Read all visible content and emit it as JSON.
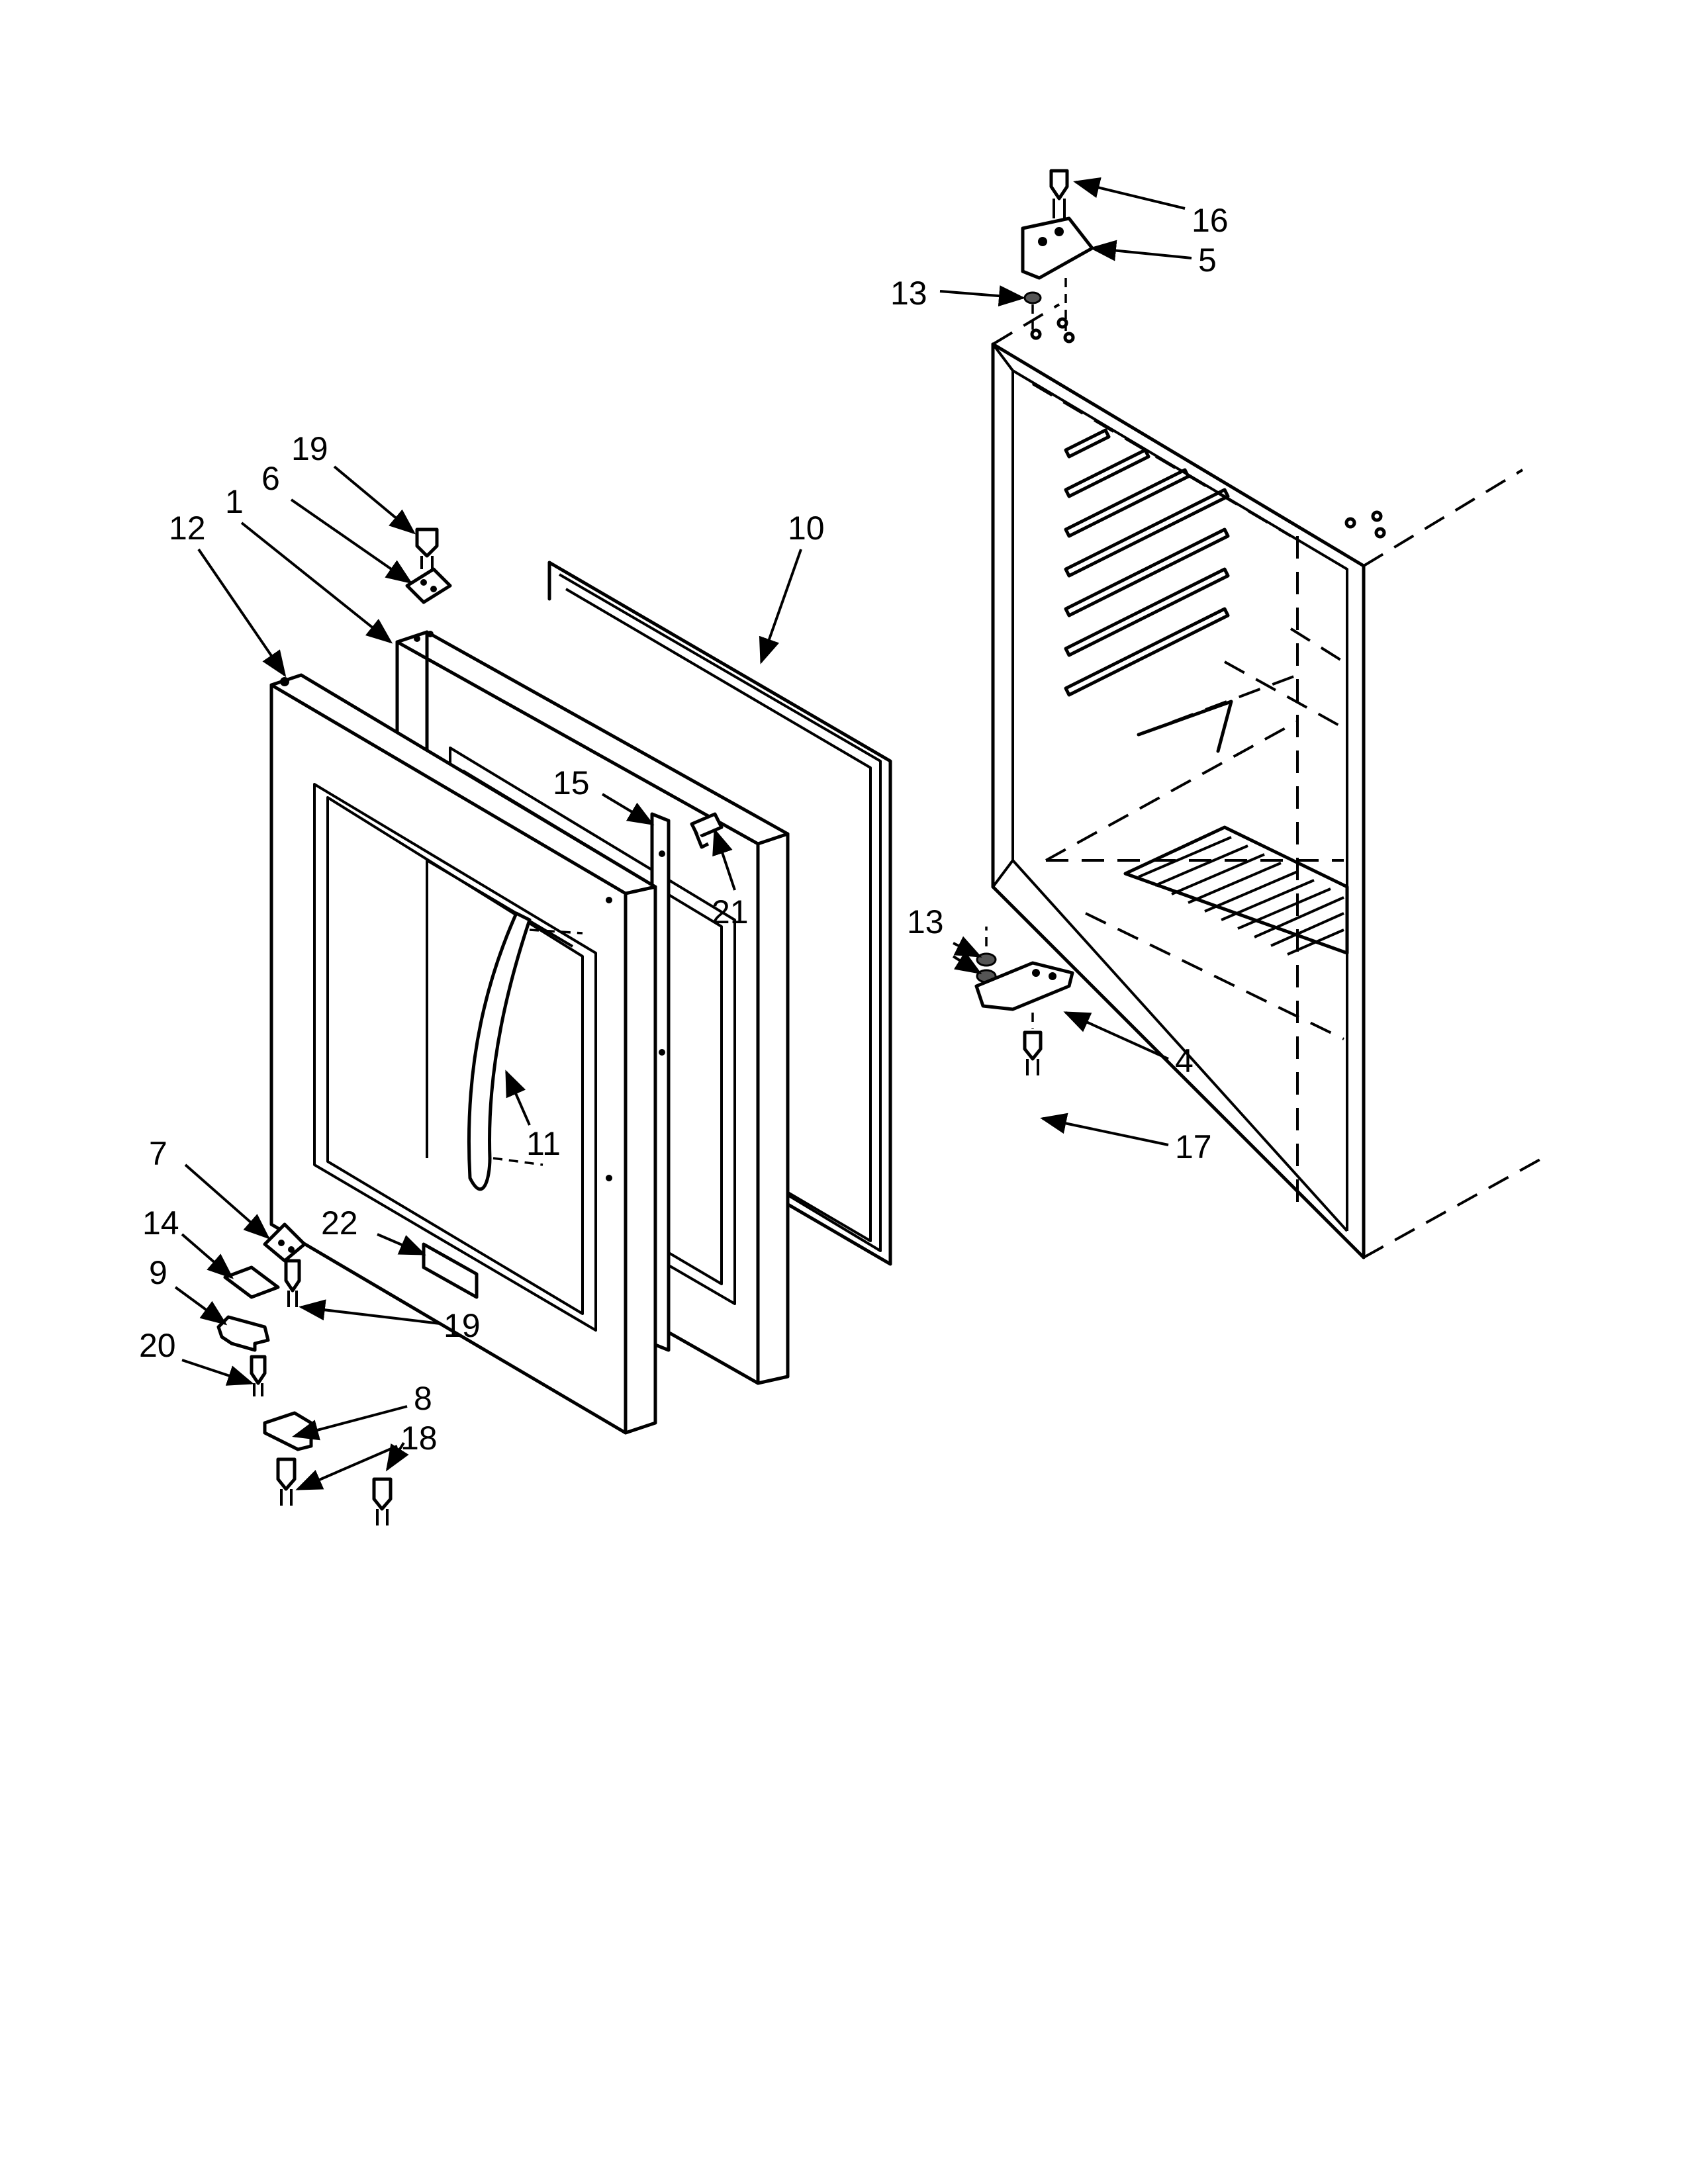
{
  "diagram": {
    "callouts": [
      {
        "id": "c16",
        "label": "16"
      },
      {
        "id": "c5",
        "label": "5"
      },
      {
        "id": "c13a",
        "label": "13"
      },
      {
        "id": "c19a",
        "label": "19"
      },
      {
        "id": "c6",
        "label": "6"
      },
      {
        "id": "c1",
        "label": "1"
      },
      {
        "id": "c12",
        "label": "12"
      },
      {
        "id": "c10",
        "label": "10"
      },
      {
        "id": "c15",
        "label": "15"
      },
      {
        "id": "c21",
        "label": "21"
      },
      {
        "id": "c13b",
        "label": "13"
      },
      {
        "id": "c4",
        "label": "4"
      },
      {
        "id": "c17",
        "label": "17"
      },
      {
        "id": "c11",
        "label": "11"
      },
      {
        "id": "c7",
        "label": "7"
      },
      {
        "id": "c14",
        "label": "14"
      },
      {
        "id": "c22",
        "label": "22"
      },
      {
        "id": "c9",
        "label": "9"
      },
      {
        "id": "c19b",
        "label": "19"
      },
      {
        "id": "c20",
        "label": "20"
      },
      {
        "id": "c8",
        "label": "8"
      },
      {
        "id": "c18",
        "label": "18"
      }
    ]
  }
}
